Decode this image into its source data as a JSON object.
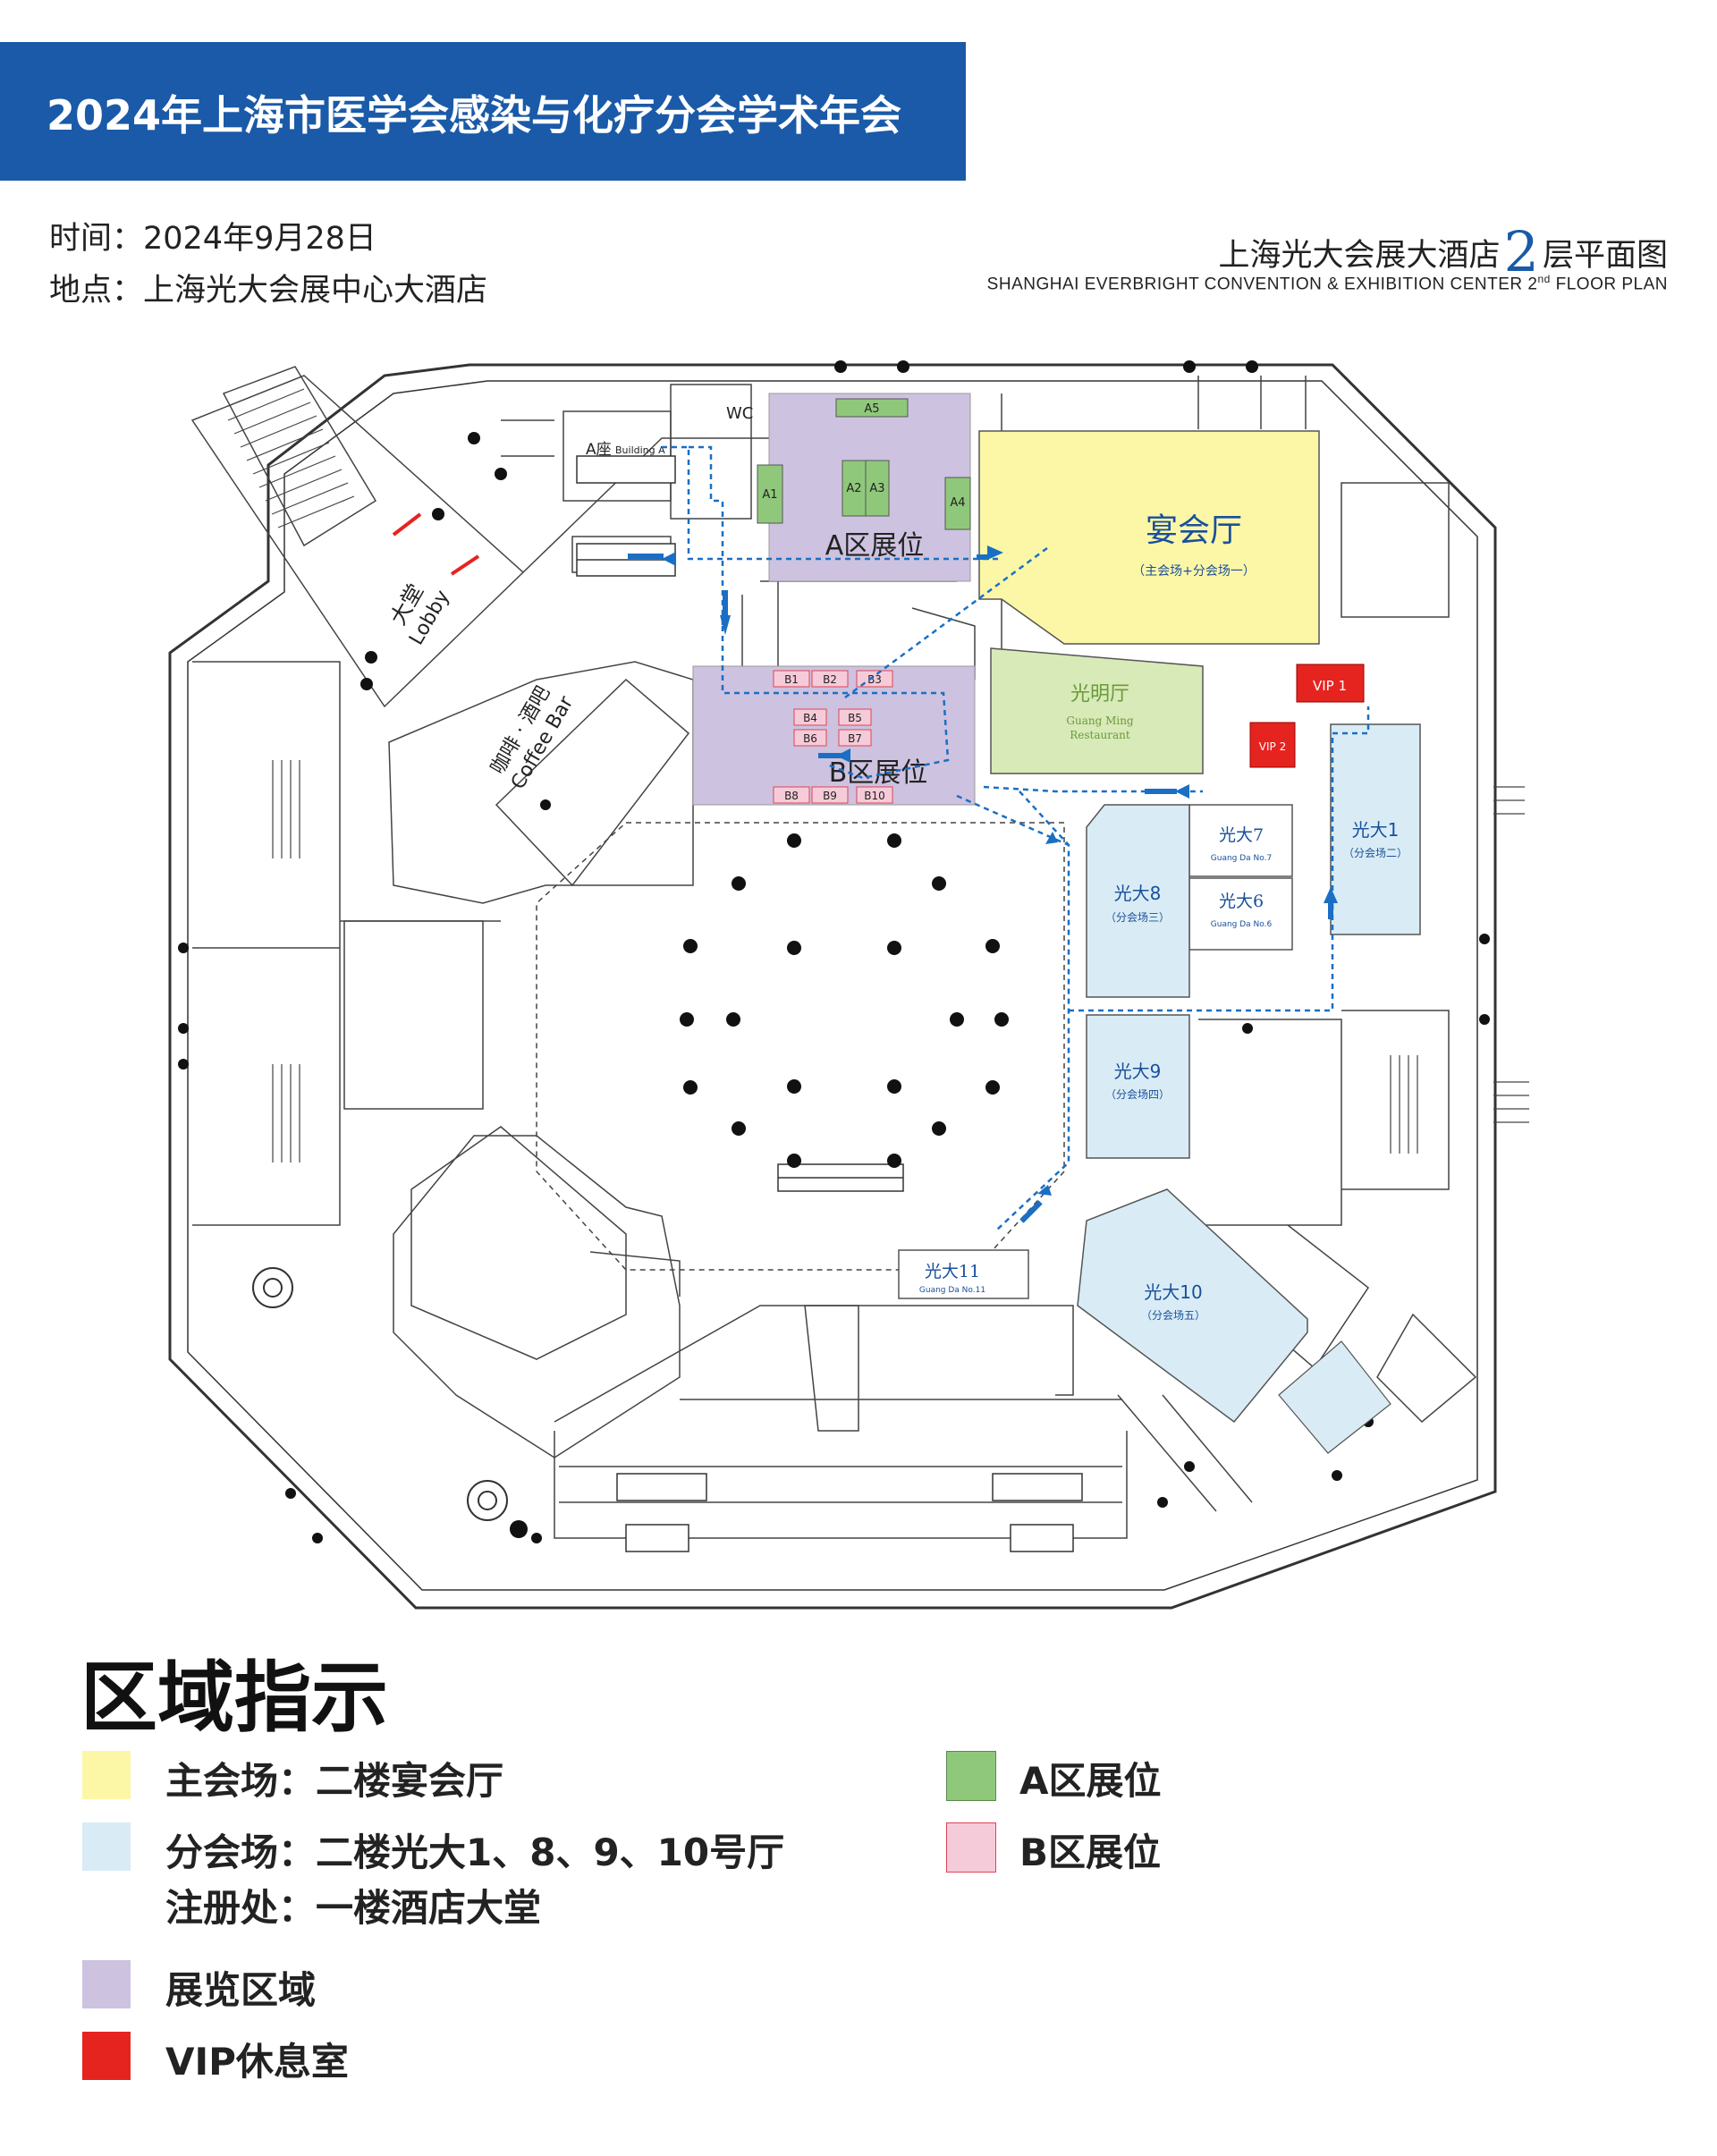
{
  "header": {
    "title": "2024年上海市医学会感染与化疗分会学术年会",
    "time": "时间：2024年9月28日",
    "place": "地点：上海光大会展中心大酒店"
  },
  "plan": {
    "title_prefix": "上海光大会展大酒店",
    "floor_num": "2",
    "title_suffix": "层平面图",
    "subtitle_pre": "SHANGHAI EVERBRIGHT CONVENTION & EXHIBITION CENTER 2",
    "subtitle_sup": "nd",
    "subtitle_post": " FLOOR PLAN"
  },
  "colors": {
    "title_bar": "#1a5aa8",
    "main_hall": "#fbf7a6",
    "sub_hall": "#d9ecf5",
    "exhibit_area": "#cdc2df",
    "booth_a": "#8fc87a",
    "booth_b": "#f6cbd9",
    "vip": "#e52420",
    "restaurant": "#d8eab7",
    "route": "#1a6fc4"
  },
  "map": {
    "wc": "WC",
    "building_a": "A座",
    "building_a_en": "Building A",
    "lobby": "大堂",
    "lobby_en": "Lobby",
    "coffee": "咖啡 · 酒吧",
    "coffee_en": "Coffee Bar",
    "a_zone": "A区展位",
    "b_zone": "B区展位",
    "banquet": "宴会厅",
    "banquet_sub": "（主会场+分会场一）",
    "guangming": "光明厅",
    "guangming_en1": "Guang Ming",
    "guangming_en2": "Restaurant",
    "vip1": "VIP 1",
    "vip2": "VIP 2",
    "booths_a": [
      "A5",
      "A1",
      "A2",
      "A3",
      "A4"
    ],
    "booths_b": [
      "B1",
      "B2",
      "B3",
      "B4",
      "B5",
      "B6",
      "B7",
      "B8",
      "B9",
      "B10"
    ],
    "gd1": "光大1",
    "gd1_sub": "（分会场二）",
    "gd7": "光大7",
    "gd7_en": "Guang Da No.7",
    "gd6": "光大6",
    "gd6_en": "Guang Da No.6",
    "gd8": "光大8",
    "gd8_sub": "（分会场三）",
    "gd9": "光大9",
    "gd9_sub": "（分会场四）",
    "gd10": "光大10",
    "gd10_sub": "（分会场五）",
    "gd11": "光大11",
    "gd11_en": "Guang Da No.11"
  },
  "legend": {
    "title": "区域指示",
    "main": "主会场：二楼宴会厅",
    "sub": "分会场：二楼光大1、8、9、10号厅",
    "reg": "注册处：一楼酒店大堂",
    "exhibit": "展览区域",
    "vip": "VIP休息室",
    "booth_a": "A区展位",
    "booth_b": "B区展位"
  }
}
